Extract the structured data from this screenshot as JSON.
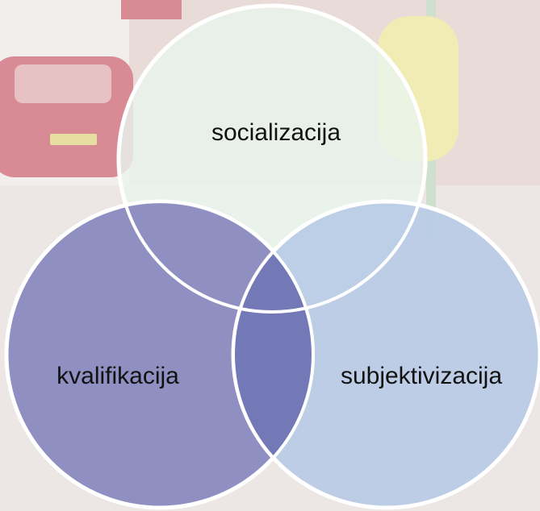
{
  "diagram": {
    "type": "venn",
    "circles": [
      {
        "id": "socialization",
        "label": "socializacija",
        "color": "#e9f4ee"
      },
      {
        "id": "qualification",
        "label": "kvalifikacija",
        "color": "#8f8fc2"
      },
      {
        "id": "subjectification",
        "label": "subjektivizacija",
        "color": "#b8cbe6"
      }
    ],
    "overlap_color": "#7378b6",
    "outline_color": "#ffffff",
    "label_color": "#111111"
  },
  "background_photo": {
    "palette": {
      "sky": "#f2eeec",
      "wall": "#e9dcd8",
      "car": "#d88b94",
      "car_window": "#e7c2c4",
      "plate": "#e7dfa2",
      "pole": "#cfe0cf",
      "yellow": "#f1ecb3",
      "road": "#ece6e4"
    }
  }
}
